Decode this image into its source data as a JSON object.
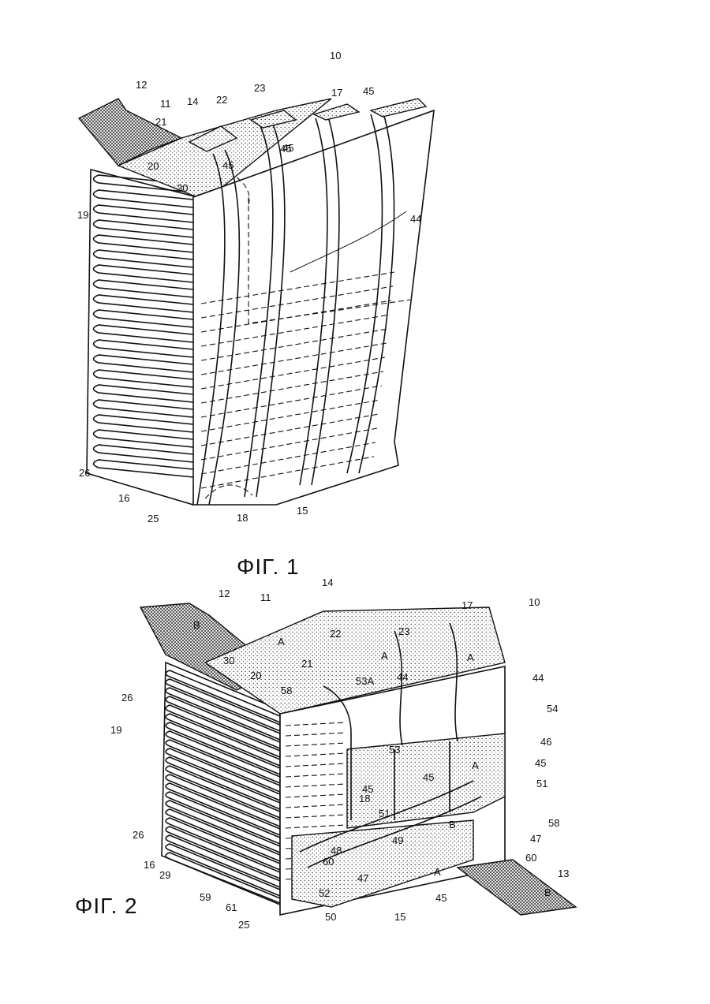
{
  "figures": [
    {
      "caption": "ΦΙΓ. 1",
      "labels": [
        "10",
        "12",
        "11",
        "14",
        "22",
        "23",
        "17",
        "45",
        "45",
        "21",
        "20",
        "45",
        "45",
        "30",
        "19",
        "44",
        "26",
        "16",
        "25",
        "18",
        "15"
      ]
    },
    {
      "caption": "ΦΙΓ. 2",
      "labels": [
        "12",
        "11",
        "14",
        "17",
        "10",
        "B",
        "A",
        "22",
        "A",
        "23",
        "A",
        "30",
        "20",
        "21",
        "53A",
        "44",
        "44",
        "26",
        "58",
        "54",
        "19",
        "53",
        "46",
        "A",
        "45",
        "45",
        "45",
        "51",
        "18",
        "51",
        "58",
        "B",
        "47",
        "49",
        "48",
        "26",
        "60",
        "60",
        "16",
        "47",
        "A",
        "13",
        "29",
        "59",
        "52",
        "B",
        "61",
        "50",
        "15",
        "45",
        "25"
      ]
    }
  ],
  "colors": {
    "ink": "#111111",
    "paper": "#ffffff"
  }
}
